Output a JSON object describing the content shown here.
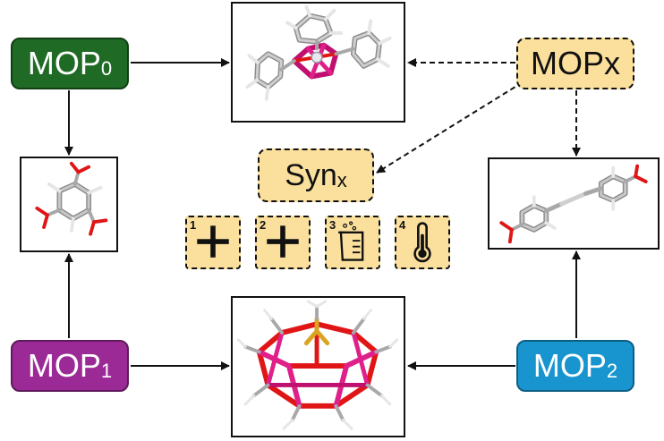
{
  "nodes": {
    "mop0": {
      "base": "MOP",
      "sub": "0",
      "color": "#1f6a25"
    },
    "mop1": {
      "base": "MOP",
      "sub": "1",
      "color": "#9b2a96"
    },
    "mop2": {
      "base": "MOP",
      "sub": "2",
      "color": "#1895cf"
    },
    "mopx": {
      "label": "MOPx",
      "color": "#fbe09d"
    },
    "synx": {
      "base": "Syn",
      "sub": "x",
      "color": "#fbe09d"
    }
  },
  "steps": [
    {
      "num": "1",
      "icon": "plus-icon"
    },
    {
      "num": "2",
      "icon": "plus-icon"
    },
    {
      "num": "3",
      "icon": "beaker-icon"
    },
    {
      "num": "4",
      "icon": "thermometer-icon"
    }
  ],
  "panels": [
    {
      "id": "top",
      "content": "metal-cluster-with-aromatic-rings-molecule"
    },
    {
      "id": "left",
      "content": "trimesic-acid-linker-molecule"
    },
    {
      "id": "right",
      "content": "biphenyl-dicarboxylic-linker-molecule"
    },
    {
      "id": "bottom",
      "content": "cage-cluster-molecule"
    }
  ],
  "colors": {
    "carbon": "#a8a8a8",
    "oxygen": "#e01515",
    "metal": "#e0208a",
    "hydrogen": "#f2f2f2",
    "phosphorus": "#d9a420"
  }
}
